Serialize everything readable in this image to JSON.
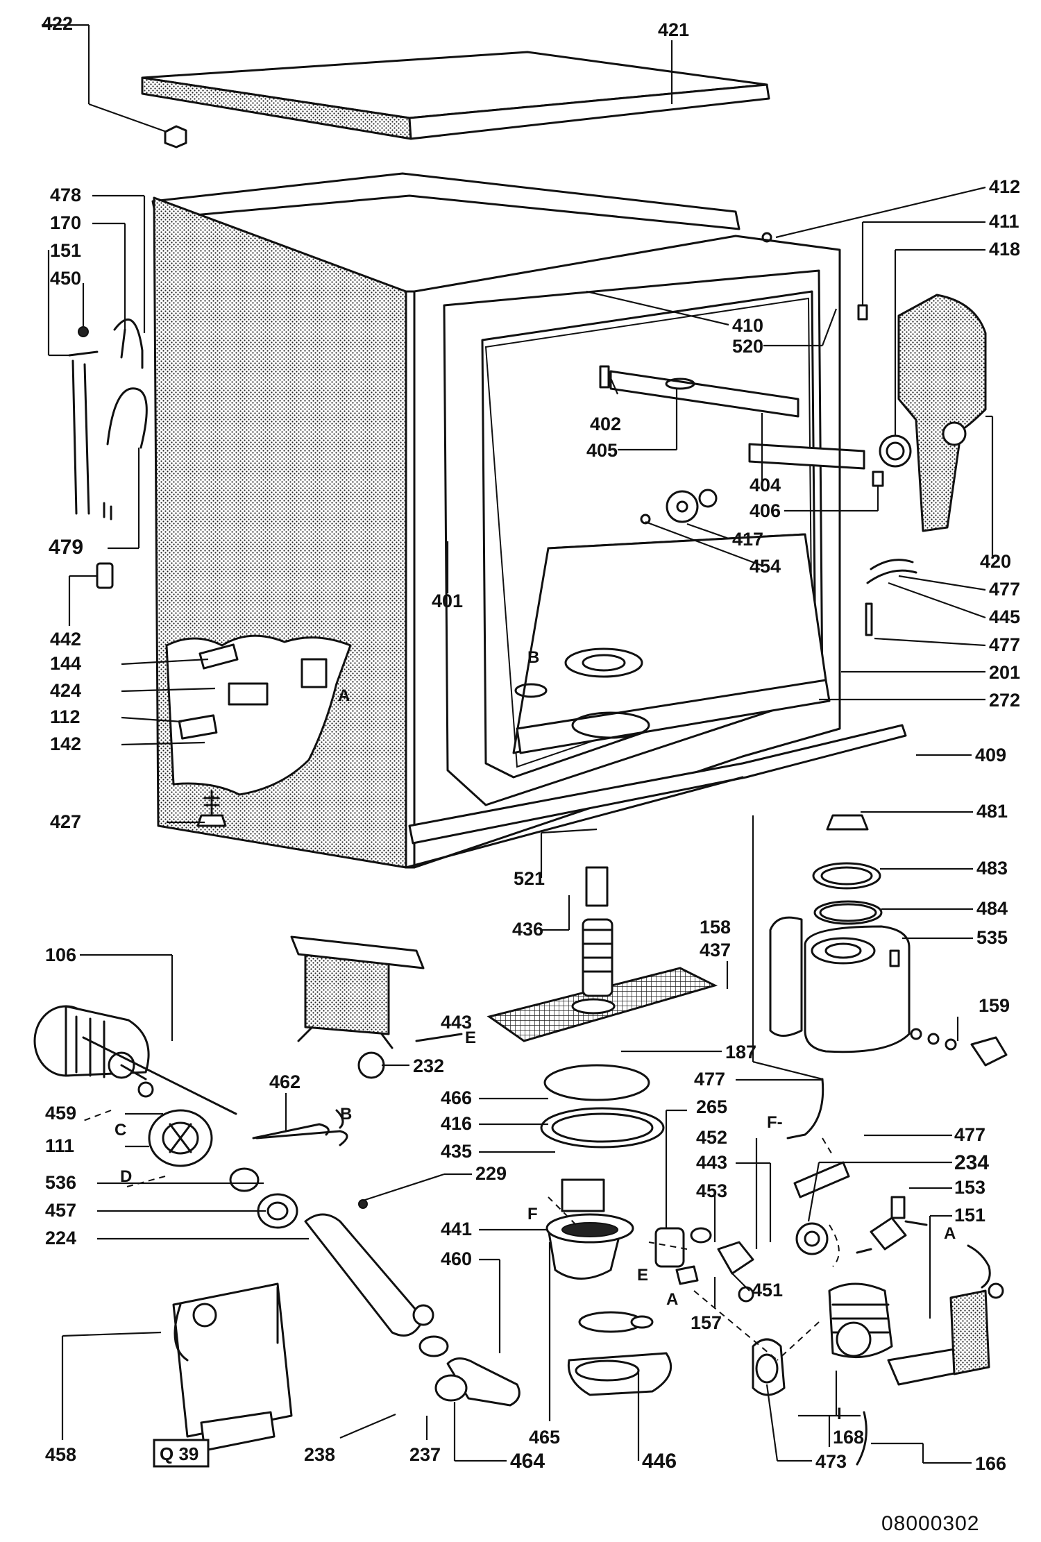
{
  "diagram": {
    "document_number": "08000302",
    "sheet_box": "Q 39",
    "part_labels": {
      "p422": "422",
      "p421": "421",
      "p412": "412",
      "p411": "411",
      "p418": "418",
      "p478": "478",
      "p170": "170",
      "p151a": "151",
      "p450": "450",
      "p479": "479",
      "p442": "442",
      "p410": "410",
      "p520": "520",
      "p402": "402",
      "p405": "405",
      "p404": "404",
      "p406": "406",
      "p417": "417",
      "p454": "454",
      "p420": "420",
      "p477a": "477",
      "p445": "445",
      "p477b": "477",
      "p401": "401",
      "p201": "201",
      "p272": "272",
      "p144": "144",
      "p424": "424",
      "p112": "112",
      "p142": "142",
      "p409": "409",
      "p427": "427",
      "p521": "521",
      "p481": "481",
      "p483": "483",
      "p484": "484",
      "p535": "535",
      "p436": "436",
      "p158": "158",
      "p437": "437",
      "p159": "159",
      "p106": "106",
      "p443a": "443",
      "p232": "232",
      "p187": "187",
      "p477c": "477",
      "p462": "462",
      "p466": "466",
      "p459": "459",
      "p265": "265",
      "p111": "111",
      "p416": "416",
      "p452": "452",
      "p477d": "477",
      "p234": "234",
      "p435": "435",
      "p229": "229",
      "p443b": "443",
      "p153": "153",
      "p536": "536",
      "p453": "453",
      "p151b": "151",
      "p457": "457",
      "p441": "441",
      "p224": "224",
      "p460": "460",
      "p451": "451",
      "p157": "157",
      "p458": "458",
      "p465": "465",
      "p168": "168",
      "p238": "238",
      "p237": "237",
      "p464": "464",
      "p446": "446",
      "p473": "473",
      "p166": "166"
    },
    "connector_letters": {
      "B1": "B",
      "A1": "A",
      "E1": "E",
      "C1": "C",
      "B2": "B",
      "D1": "D",
      "F1": "F",
      "F2": "F-",
      "E2": "E",
      "A2": "A",
      "A3": "A",
      "I1": "I"
    }
  }
}
